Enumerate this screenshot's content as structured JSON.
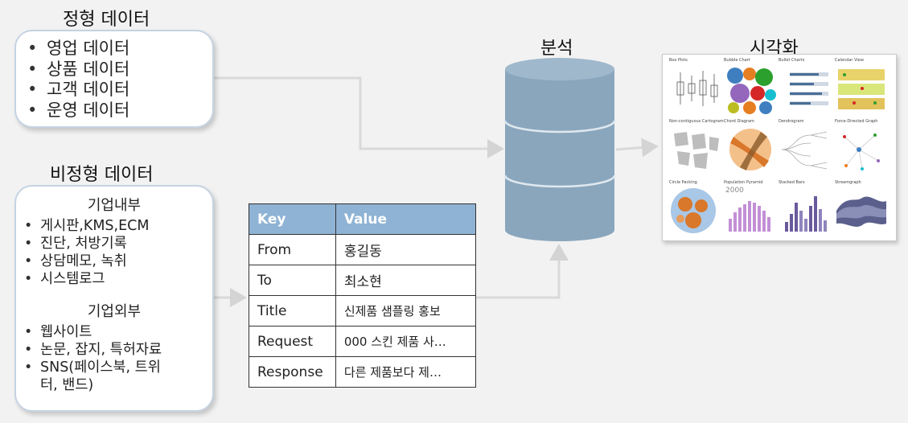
{
  "structured": {
    "title": "정형 데이터",
    "items": [
      "영업 데이터",
      "상품 데이터",
      "고객 데이터",
      "운영 데이터"
    ]
  },
  "unstructured": {
    "title": "비정형 데이터",
    "internal": {
      "title": "기업내부",
      "items": [
        "게시판,KMS,ECM",
        "진단, 처방기록",
        "상담메모, 녹취",
        "시스템로그"
      ]
    },
    "external": {
      "title": "기업외부",
      "items": [
        "웹사이트",
        "논문, 잡지, 특허자료",
        "SNS(페이스북, 트위",
        "터, 밴드)"
      ]
    }
  },
  "kv_table": {
    "headers": [
      "Key",
      "Value"
    ],
    "rows": [
      {
        "key": "From",
        "value": "홍길동"
      },
      {
        "key": "To",
        "value": "최소현"
      },
      {
        "key": "Title",
        "value": "신제품 샘플링 홍보"
      },
      {
        "key": "Request",
        "value": "000 스킨 제품 사…"
      },
      {
        "key": "Response",
        "value": "다른 제품보다 제…"
      }
    ]
  },
  "analysis": {
    "title": "분석"
  },
  "visualization": {
    "title": "시각화",
    "tiles": [
      {
        "caption": "Box Plots",
        "icon": "box-plot-icon"
      },
      {
        "caption": "Bubble Chart",
        "icon": "bubble-chart-icon"
      },
      {
        "caption": "Bullet Charts",
        "icon": "bullet-chart-icon"
      },
      {
        "caption": "Calendar View",
        "icon": "calendar-view-icon"
      },
      {
        "caption": "Non-contiguous Cartogram",
        "icon": "cartogram-icon"
      },
      {
        "caption": "Chord Diagram",
        "icon": "chord-diagram-icon"
      },
      {
        "caption": "Dendrogram",
        "icon": "dendrogram-icon"
      },
      {
        "caption": "Force-Directed Graph",
        "icon": "force-graph-icon"
      },
      {
        "caption": "Circle Packing",
        "icon": "circle-packing-icon"
      },
      {
        "caption": "Population Pyramid",
        "icon": "population-pyramid-icon",
        "label": "2000"
      },
      {
        "caption": "Stacked Bars",
        "icon": "stacked-bars-icon"
      },
      {
        "caption": "Streamgraph",
        "icon": "streamgraph-icon"
      }
    ]
  },
  "colors": {
    "card_border": "#c5d3e2",
    "table_header": "#8fb3d4",
    "database": "#8aa6bd",
    "connector": "#d9d9d9"
  }
}
